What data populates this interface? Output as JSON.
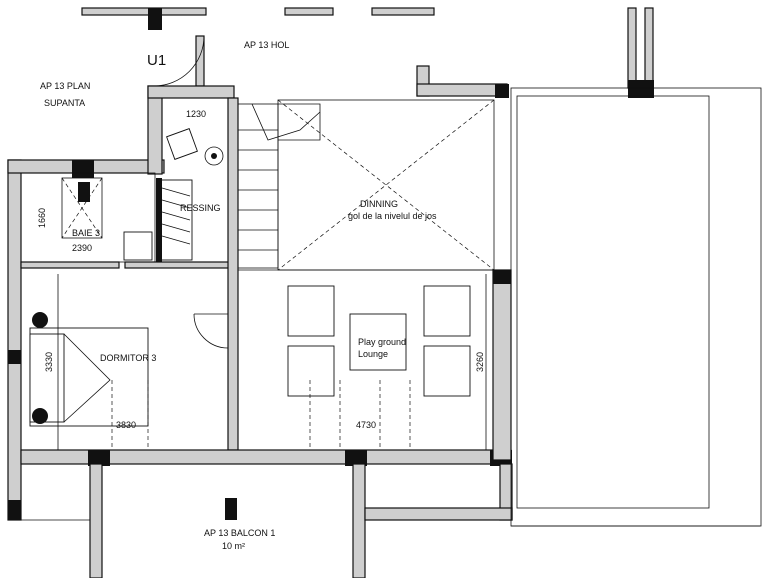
{
  "rooms": {
    "u1": "U1",
    "hol": "AP 13 HOL",
    "plan": "AP 13 PLAN",
    "supanta": "SUPANTA",
    "baie": "BAIE 3",
    "dressing": "RESSING",
    "dinning": "DINNING",
    "gol": "gol de la nivelul de jos",
    "dormitor": "DORMITOR 3",
    "play_line1": "Play ground",
    "play_line2": "Lounge",
    "balcon": "AP 13 BALCON 1",
    "balcon_area": "10 m²"
  },
  "dimensions": {
    "d1230": "1230",
    "d1660": "1660",
    "d2390": "2390",
    "d3330": "3330",
    "d3830": "3830",
    "d4730": "4730",
    "d3260": "3260"
  }
}
